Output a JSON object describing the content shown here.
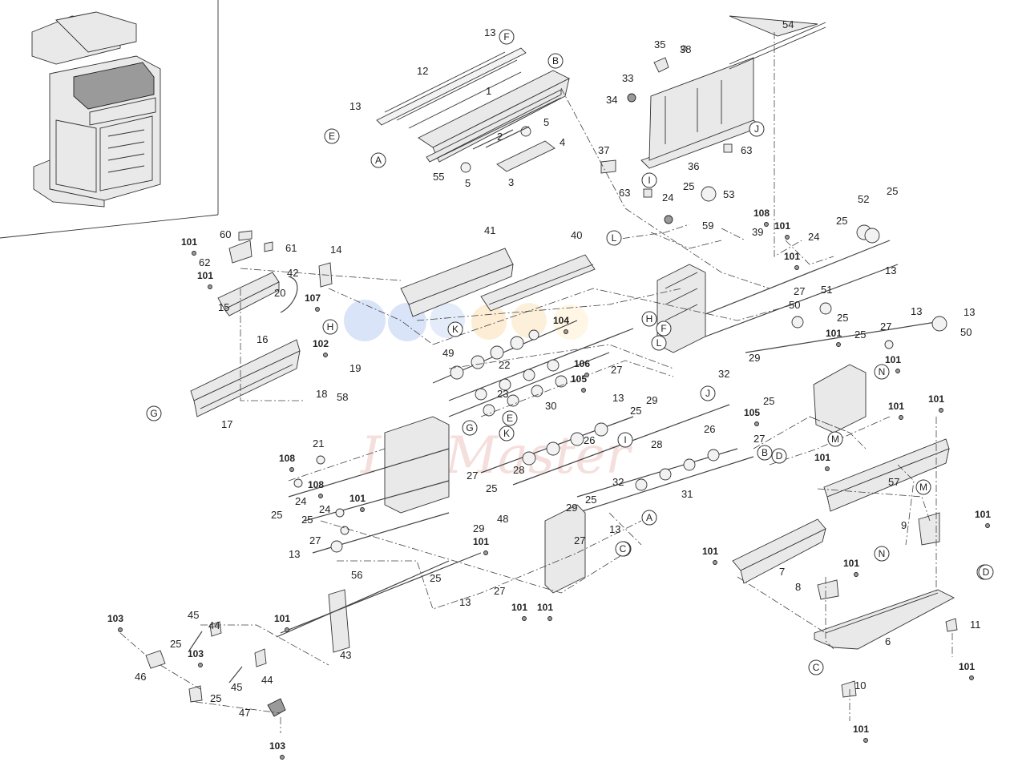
{
  "watermark": "InkMaster",
  "callouts": [
    "A",
    "B",
    "C",
    "D",
    "E",
    "F",
    "G",
    "H",
    "I",
    "J",
    "K",
    "L",
    "M",
    "N"
  ],
  "part_numbers": [
    "1",
    "2",
    "3",
    "4",
    "5",
    "6",
    "7",
    "8",
    "9",
    "10",
    "11",
    "12",
    "13",
    "14",
    "15",
    "16",
    "17",
    "18",
    "19",
    "20",
    "21",
    "22",
    "23",
    "24",
    "25",
    "26",
    "27",
    "28",
    "29",
    "30",
    "31",
    "32",
    "33",
    "34",
    "35",
    "36",
    "37",
    "38",
    "39",
    "40",
    "41",
    "42",
    "43",
    "44",
    "45",
    "46",
    "47",
    "48",
    "49",
    "50",
    "51",
    "52",
    "53",
    "54",
    "55",
    "56",
    "57",
    "58",
    "59",
    "60",
    "61",
    "62",
    "63"
  ],
  "screw_numbers": [
    "101",
    "102",
    "103",
    "104",
    "105",
    "106",
    "107",
    "108"
  ]
}
